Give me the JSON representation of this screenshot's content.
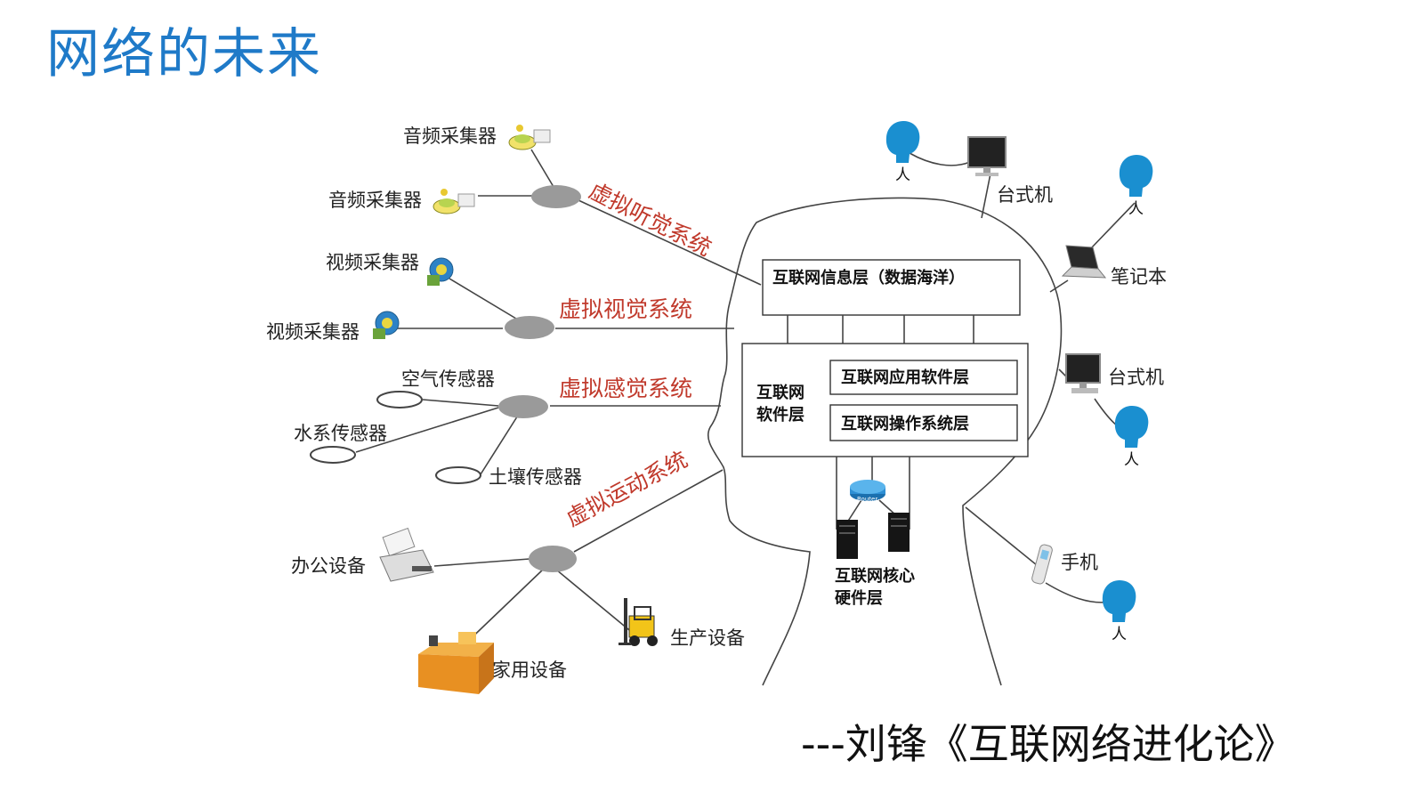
{
  "title": "网络的未来",
  "citation": "---刘锋《互联网络进化论》",
  "diagram": {
    "systems": {
      "hearing": "虚拟听觉系统",
      "vision": "虚拟视觉系统",
      "sensing": "虚拟感觉系统",
      "motion": "虚拟运动系统"
    },
    "devices": {
      "audio_1": "音频采集器",
      "audio_2": "音频采集器",
      "video_1": "视频采集器",
      "video_2": "视频采集器",
      "air_sensor": "空气传感器",
      "water_sensor": "水系传感器",
      "soil_sensor": "土壤传感器",
      "office": "办公设备",
      "home": "家用设备",
      "production": "生产设备"
    },
    "layers": {
      "info": "互联网信息层（数据海洋）",
      "software_line1": "互联网",
      "software_line2": "软件层",
      "app": "互联网应用软件层",
      "os": "互联网操作系统层",
      "hardware_line1": "互联网核心",
      "hardware_line2": "硬件层",
      "router_label": "Router"
    },
    "users": {
      "desktop_1": "台式机",
      "laptop": "笔记本",
      "desktop_2": "台式机",
      "phone": "手机",
      "person_glyph": "人"
    }
  },
  "colors": {
    "title": "#1f7ac8",
    "system_label": "#c0392b",
    "hub": "#9a9a9a",
    "person": "#1a8fd0"
  },
  "icons": [
    "audio-collector-icon",
    "camera-icon",
    "sensor-ring-icon",
    "printer-icon",
    "desk-icon",
    "forklift-icon",
    "router-icon",
    "server-icon",
    "person-head-icon",
    "desktop-computer-icon",
    "laptop-icon",
    "mobile-phone-icon"
  ]
}
